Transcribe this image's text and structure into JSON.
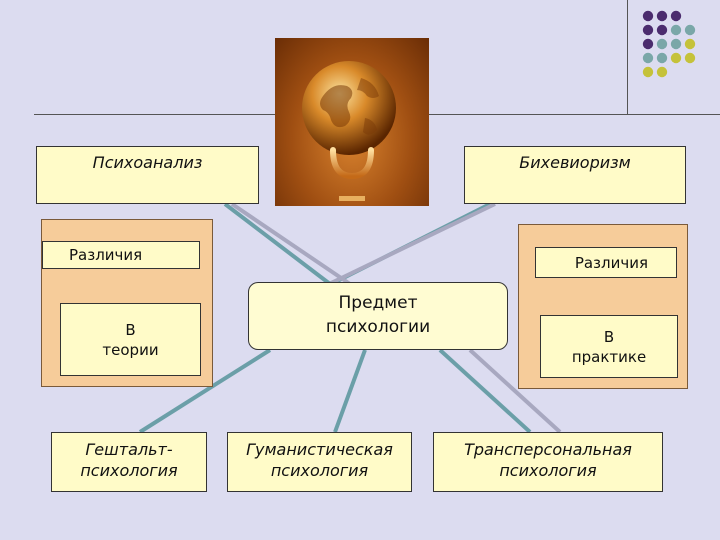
{
  "diagram": {
    "top_left": "Психоанализ",
    "top_right": "Бихевиоризм",
    "center": [
      "Предмет",
      "психологии"
    ],
    "left_panel": {
      "heading": "Различия",
      "sub": [
        "В",
        "теории"
      ]
    },
    "right_panel": {
      "heading": "Различия",
      "sub": [
        "В",
        "практике"
      ]
    },
    "bottom_left": [
      "Гештальт-",
      "психология"
    ],
    "bottom_center": [
      "Гуманистическая",
      "психология"
    ],
    "bottom_right": [
      "Трансперсональная",
      "психология"
    ]
  },
  "image": {
    "emblem_icon": "globe-psi-icon"
  },
  "colors": {
    "background": "#dcdcf0",
    "box_fill": "#fffbc8",
    "panel_fill": "#f6cc9a",
    "connector_blue": "#6b9fa8",
    "connector_gray": "#a8a8c0",
    "dot_purple": "#4b2c6e",
    "dot_teal": "#7aa7a8",
    "dot_olive": "#c5c23a"
  }
}
